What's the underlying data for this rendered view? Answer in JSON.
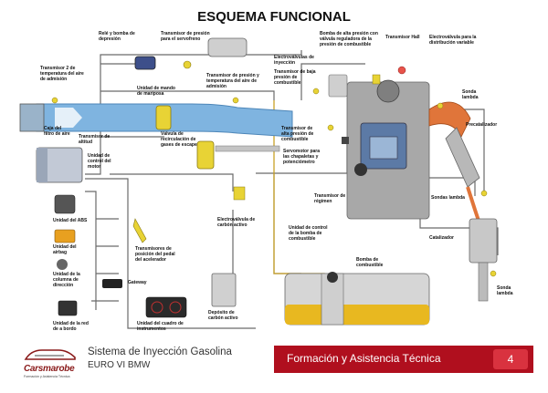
{
  "title": "ESQUEMA FUNCIONAL",
  "labels": {
    "rele_bomba": "Relé y bomba de depresión",
    "trans_presion_servofreno": "Transmisor de presión para el servofreno",
    "bomba_alta_presion": "Bomba de alta presión con válvula reguladora de la presión de combustible",
    "transmisor_hall": "Transmisor Hall",
    "electrovalvula_distribucion": "Electroválvula para la distribución variable",
    "electrovalvulas_inyeccion": "Electroválvulas de inyección",
    "trans_baja_presion": "Transmisor de baja presión de combustible",
    "trans_temp_aire": "Transmisor 2 de temperatura del aire de admisión",
    "trans_presion_temp": "Transmisor de presión y temperatura del aire de admisión",
    "unidad_mando_mariposa": "Unidad de mando de mariposa",
    "sonda_lambda_1": "Sonda lambda",
    "caja_filtro": "Caja del filtro de aire",
    "precatalizador": "Precatalizador",
    "trans_altitud": "Transmisor de altitud",
    "valvula_recirculacion": "Válvula de recirculación de gases de escape",
    "trans_alta_presion": "Transmisor de alta presión de combustible",
    "servomotor": "Servomotor para las chapaletas y potenciómetro",
    "unidad_control_motor": "Unidad de control del motor",
    "trans_regimen": "Transmisor de régimen",
    "sonda_lambda_2": "Sondas lambda",
    "unidad_abs": "Unidad del ABS",
    "electrovalvula_carbon": "Electroválvula de carbón activo",
    "unidad_control_bomba": "Unidad de control de la bomba de combustible",
    "catalizador": "Catalizador",
    "unidad_airbag": "Unidad del airbag",
    "trans_pedal": "Transmisores de posición del pedal del acelerador",
    "bomba_combustible": "Bomba de combustible",
    "unidad_columna": "Unidad de la columna de dirección",
    "gateway": "Gateway",
    "sonda_lambda_3": "Sonda lambda",
    "deposito_carbon": "Depósito de carbón activo",
    "unidad_red_bordo": "Unidad de la red de a bordo",
    "unidad_cuadro": "Unidad del cuadro de instrumentos"
  },
  "footer": {
    "brand": "Carsmarobe",
    "brand_sub": "Formación y Asistencia Técnica",
    "system_title": "Sistema de Inyección Gasolina",
    "system_subtitle": "EURO VI BMW",
    "banner": "Formación y Asistencia Técnica",
    "page_number": "4"
  },
  "colors": {
    "intake": "#7fb4e0",
    "exhaust": "#e0753a",
    "fuel_tank": "#e8b820",
    "engine": "#a8a8a8",
    "wire": "#6a6a6a",
    "brand_red": "#b00f1e"
  }
}
